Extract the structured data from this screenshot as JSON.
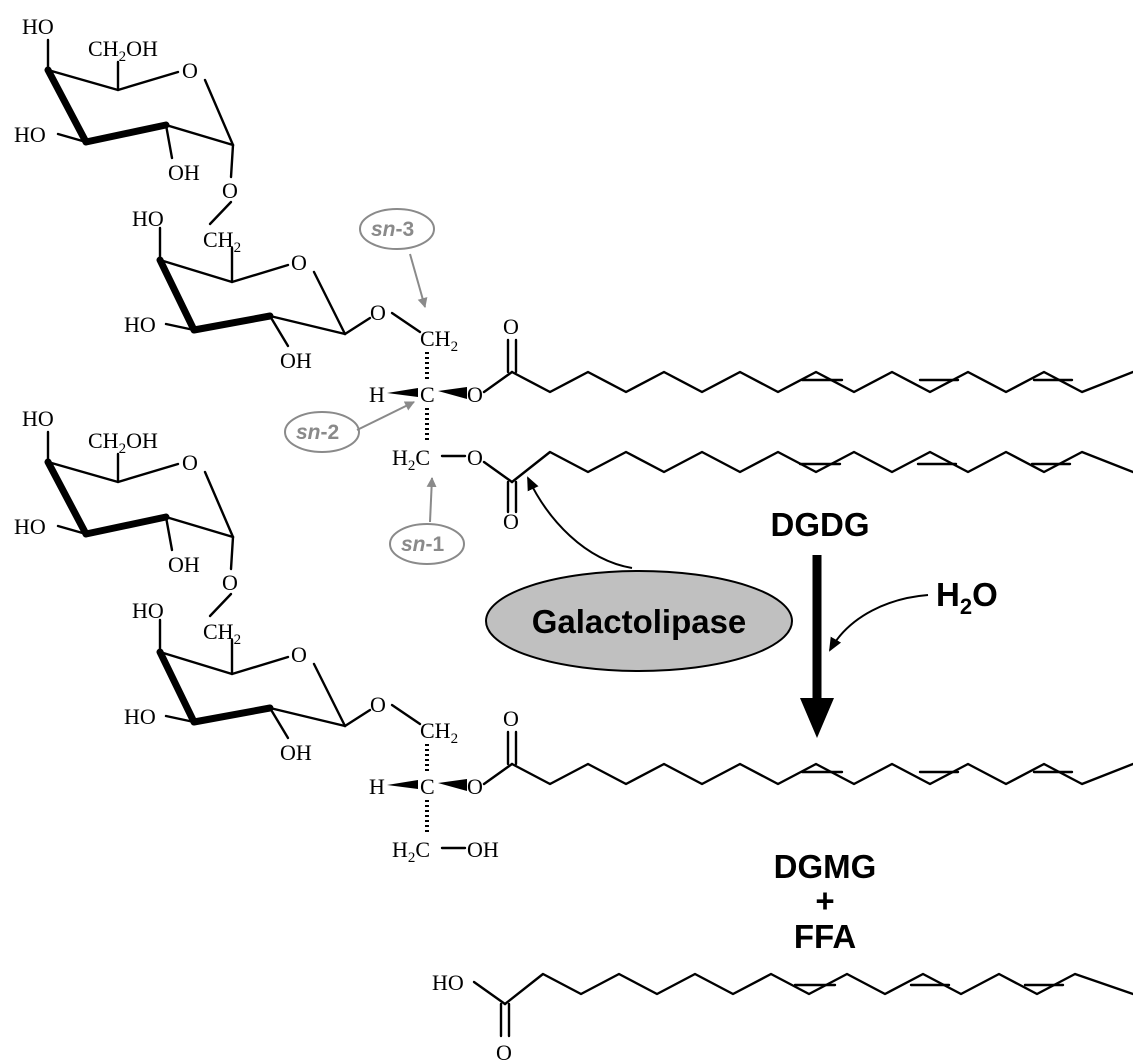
{
  "title": "",
  "atoms": {
    "ho": "HO",
    "oh": "OH",
    "o": "O",
    "h": "H",
    "c": "C",
    "ch2oh": "CH",
    "ch2oh_sub": "2",
    "ch2oh_tail": "OH",
    "ch2": "CH",
    "ch2_sub": "2",
    "h2c_h": "H",
    "h2c_sub": "2",
    "h2c_c": "C"
  },
  "positions": {
    "sn3_a": "sn",
    "sn3_b": "-3",
    "sn2_a": "sn",
    "sn2_b": "-2",
    "sn1_a": "sn",
    "sn1_b": "-1"
  },
  "substrate_label": "DGDG",
  "enzyme_label": "Galactolipase",
  "water": {
    "h": "H",
    "sub": "2",
    "o": "O"
  },
  "product_label": "DGMG",
  "plus": "+",
  "ffa_label": "FFA",
  "colors": {
    "enzyme_fill": "#c0c0c0",
    "position_grey": "#8a8a8a",
    "ink": "#000000"
  }
}
